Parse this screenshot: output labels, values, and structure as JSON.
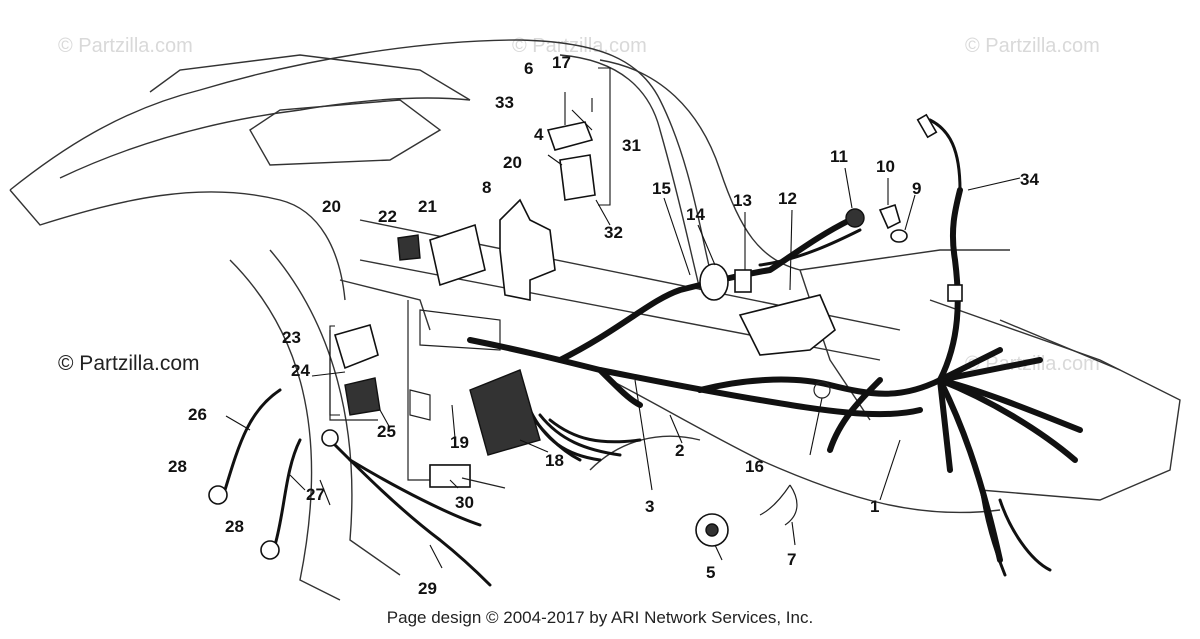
{
  "watermarks": {
    "top_left": "© Partzilla.com",
    "top_center": "© Partzilla.com",
    "top_right": "© Partzilla.com",
    "mid_left": "© Partzilla.com",
    "mid_right": "© Partzilla.com"
  },
  "footer": "Page design © 2004-2017 by ARI Network Services, Inc.",
  "callouts": [
    "1",
    "2",
    "3",
    "4",
    "5",
    "6",
    "7",
    "8",
    "9",
    "10",
    "11",
    "12",
    "13",
    "14",
    "15",
    "16",
    "17",
    "18",
    "19",
    "20",
    "20",
    "21",
    "22",
    "23",
    "24",
    "25",
    "26",
    "27",
    "28",
    "28",
    "29",
    "30",
    "31",
    "32",
    "33",
    "34"
  ]
}
